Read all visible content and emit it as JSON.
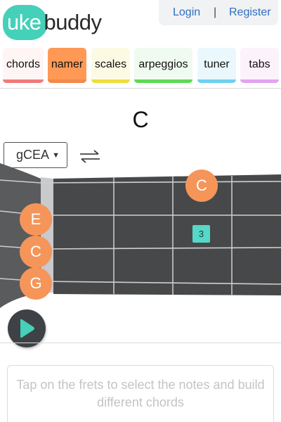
{
  "logo": {
    "uke": "uke",
    "buddy": "buddy",
    "brand_color": "#45d0b9"
  },
  "auth": {
    "login": "Login",
    "separator": "|",
    "register": "Register",
    "link_color": "#2e6fc1"
  },
  "tabs": [
    {
      "label": "chords",
      "bar_color": "#f07b7b"
    },
    {
      "label": "namer",
      "bar_color": "#f08a4c",
      "active": true
    },
    {
      "label": "scales",
      "bar_color": "#f0dd3c"
    },
    {
      "label": "arpeggios",
      "bar_color": "#5ed957"
    },
    {
      "label": "tuner",
      "bar_color": "#6fd0ef"
    },
    {
      "label": "tabs",
      "bar_color": "#e3a3ee"
    }
  ],
  "chord": {
    "name": "C"
  },
  "tuning": {
    "selected": "gCEA",
    "swap_icon": "swap-arrows-icon"
  },
  "fretboard": {
    "open_strings": [
      "E",
      "C",
      "G"
    ],
    "fretted_note": "C",
    "finger_number": "3",
    "note_color": "#f5955a",
    "finger_color": "#55d8c8"
  },
  "player": {
    "icon": "play-icon"
  },
  "hint": {
    "text": "Tap on the frets to select the notes and build different chords"
  }
}
